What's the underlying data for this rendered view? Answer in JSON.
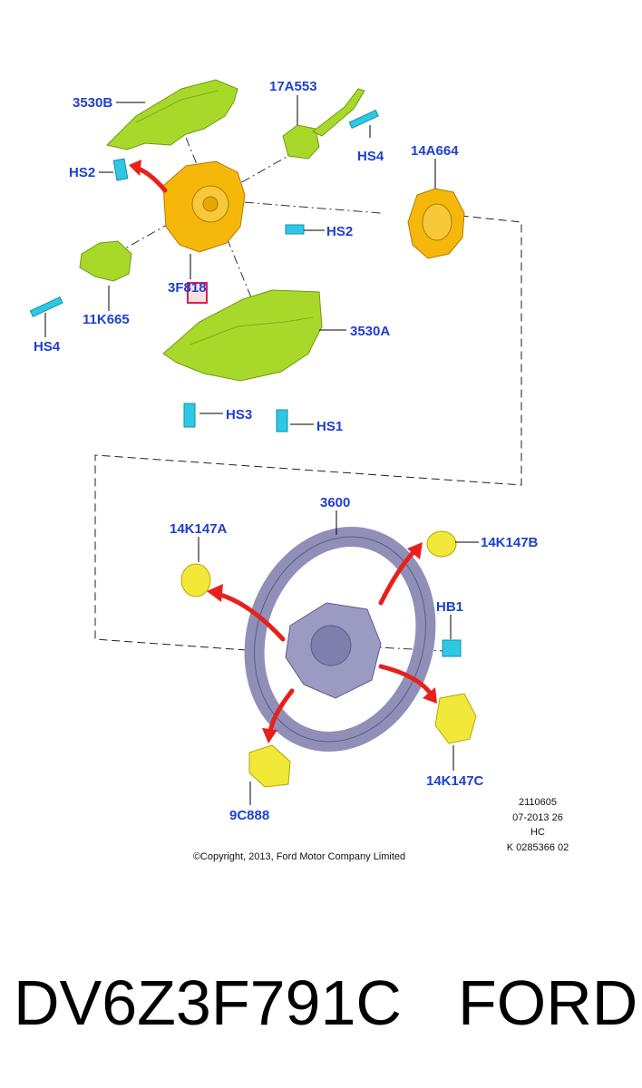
{
  "colors": {
    "callout": "#1f3fd0",
    "green_part": "#a8d92a",
    "yellow_part": "#f2d21a",
    "orange_part": "#f5b80a",
    "cyan_part": "#2ec8e6",
    "wheel": "#8f8fb8",
    "arrow": "#e8201c",
    "highlight": "#e0204a"
  },
  "callouts": {
    "c_3530B": "3530B",
    "c_17A553": "17A553",
    "c_HS4_top": "HS4",
    "c_HS2_left": "HS2",
    "c_14A664": "14A664",
    "c_HS2_mid": "HS2",
    "c_3F818": "3F818",
    "c_11K665": "11K665",
    "c_HS4_left": "HS4",
    "c_3530A": "3530A",
    "c_HS3": "HS3",
    "c_HS1": "HS1",
    "c_3600": "3600",
    "c_14K147A": "14K147A",
    "c_14K147B": "14K147B",
    "c_HB1": "HB1",
    "c_14K147C": "14K147C",
    "c_9C888": "9C888"
  },
  "drawing_info": {
    "line1": "2110605",
    "line2": "07-2013 26",
    "line3": "HC",
    "line4": "K 0285366 02"
  },
  "copyright": "©Copyright, 2013, Ford Motor Company Limited",
  "part_number": "DV6Z3F791C",
  "brand": "FORD"
}
